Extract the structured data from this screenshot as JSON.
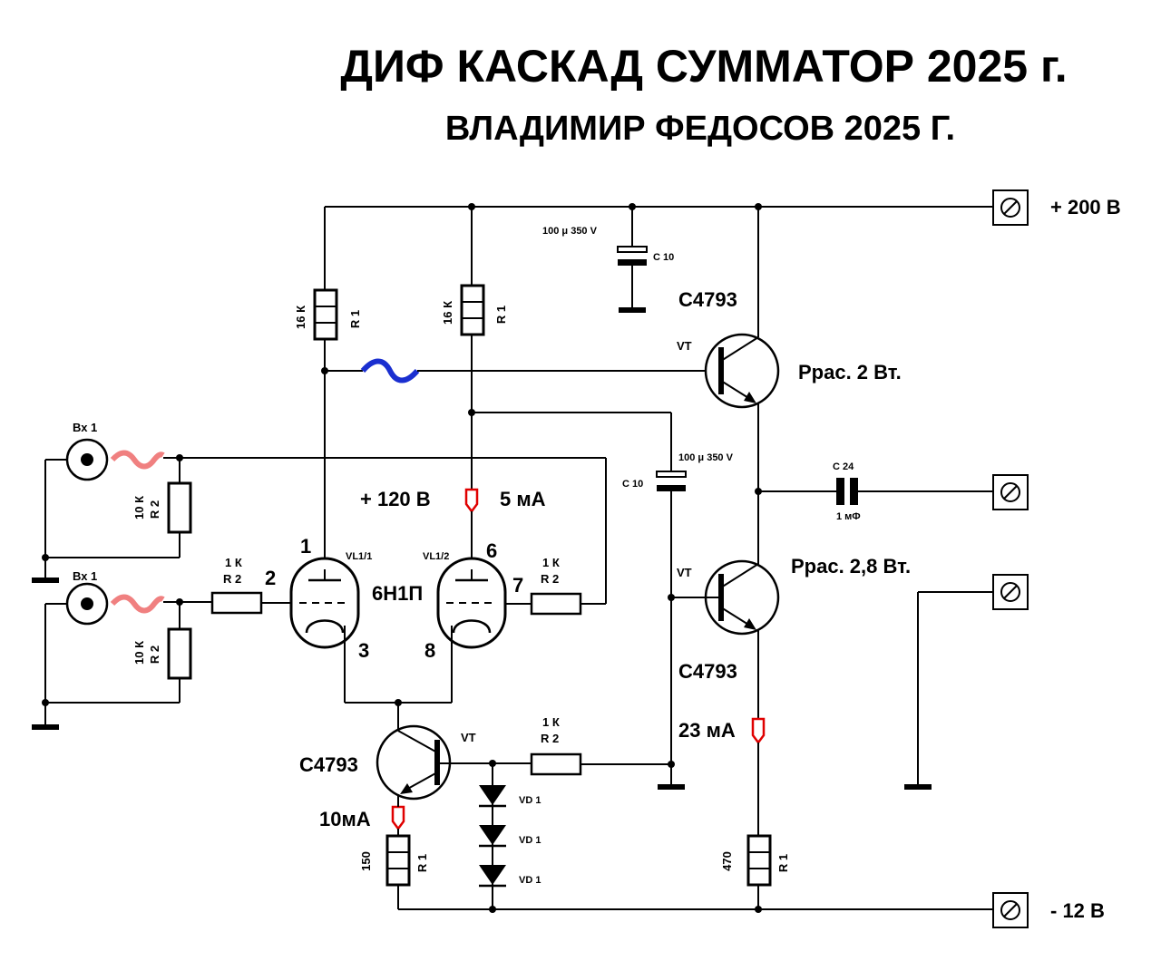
{
  "title": "ДИФ КАСКАД СУММАТОР 2025 г.",
  "subtitle": "ВЛАДИМИР ФЕДОСОВ 2025 Г.",
  "rails": {
    "plus": "+ 200 В",
    "minus": "- 12 В"
  },
  "tube": {
    "type": "6Н1П",
    "left_section": "VL1/1",
    "right_section": "VL1/2",
    "pins": [
      "1",
      "2",
      "3",
      "6",
      "7",
      "8"
    ]
  },
  "annotations": {
    "voltage": "+ 120 В",
    "current_tube": "5 мА",
    "current_output": "23 мА",
    "current_source": "10мА",
    "power_top": "Ррас. 2 Вт.",
    "power_bottom": "Ррас. 2,8 Вт."
  },
  "components": {
    "r1_left": {
      "value": "16 К",
      "ref": "R 1"
    },
    "r1_right": {
      "value": "16 К",
      "ref": "R 1"
    },
    "r1_150": {
      "value": "150",
      "ref": "R 1"
    },
    "r1_470": {
      "value": "470",
      "ref": "R 1"
    },
    "r2_in1": {
      "value": "10 К",
      "ref": "R 2"
    },
    "r2_in2": {
      "value": "10 К",
      "ref": "R 2"
    },
    "r2_grid_left": {
      "value": "1 К",
      "ref": "R 2"
    },
    "r2_grid_right": {
      "value": "1 К",
      "ref": "R 2"
    },
    "r2_base": {
      "value": "1 К",
      "ref": "R 2"
    },
    "c10_top": {
      "value": "100 μ 350 V",
      "ref": "С 10"
    },
    "c10_mid": {
      "value": "100 μ 350 V",
      "ref": "С 10"
    },
    "c24": {
      "value": "1 мФ",
      "ref": "С 24"
    },
    "vt_label": "VT",
    "transistor": "C4793",
    "diode": "VD 1",
    "input": "Вх 1"
  }
}
